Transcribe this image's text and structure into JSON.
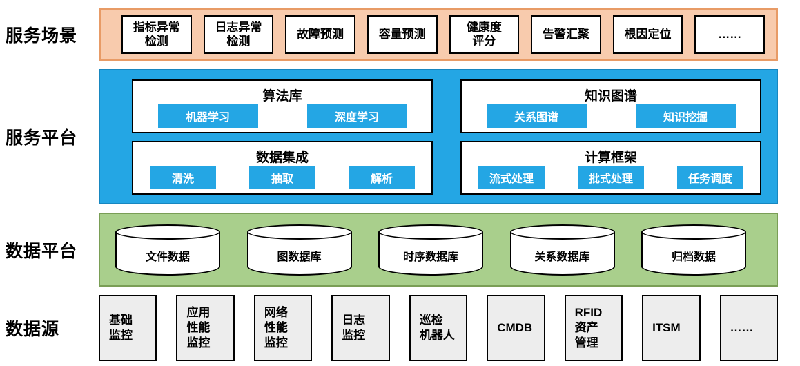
{
  "colors": {
    "scenario_band": "#F8CBAD",
    "scenario_border": "#E89B66",
    "platform_band": "#24A6E4",
    "platform_border": "#1787C0",
    "button_blue": "#24A6E4",
    "data_band": "#A9CF8C",
    "data_border": "#7A9E56",
    "source_box": "#EDEDED"
  },
  "scenarios": {
    "label": "服务场景",
    "items": [
      "指标异常\n检测",
      "日志异常\n检测",
      "故障预测",
      "容量预测",
      "健康度\n评分",
      "告警汇聚",
      "根因定位",
      "……"
    ]
  },
  "platform": {
    "label": "服务平台",
    "panels": [
      {
        "title": "算法库",
        "buttons": [
          "机器学习",
          "深度学习"
        ]
      },
      {
        "title": "知识图谱",
        "buttons": [
          "关系图谱",
          "知识挖掘"
        ]
      },
      {
        "title": "数据集成",
        "buttons": [
          "清洗",
          "抽取",
          "解析"
        ]
      },
      {
        "title": "计算框架",
        "buttons": [
          "流式处理",
          "批式处理",
          "任务调度"
        ]
      }
    ]
  },
  "data_platform": {
    "label": "数据平台",
    "databases": [
      "文件数据",
      "图数据库",
      "时序数据库",
      "关系数据库",
      "归档数据"
    ]
  },
  "data_sources": {
    "label": "数据源",
    "items": [
      "基础\n监控",
      "应用\n性能\n监控",
      "网络\n性能\n监控",
      "日志\n监控",
      "巡检\n机器人",
      "CMDB",
      "RFID\n资产\n管理",
      "ITSM",
      "……"
    ]
  }
}
